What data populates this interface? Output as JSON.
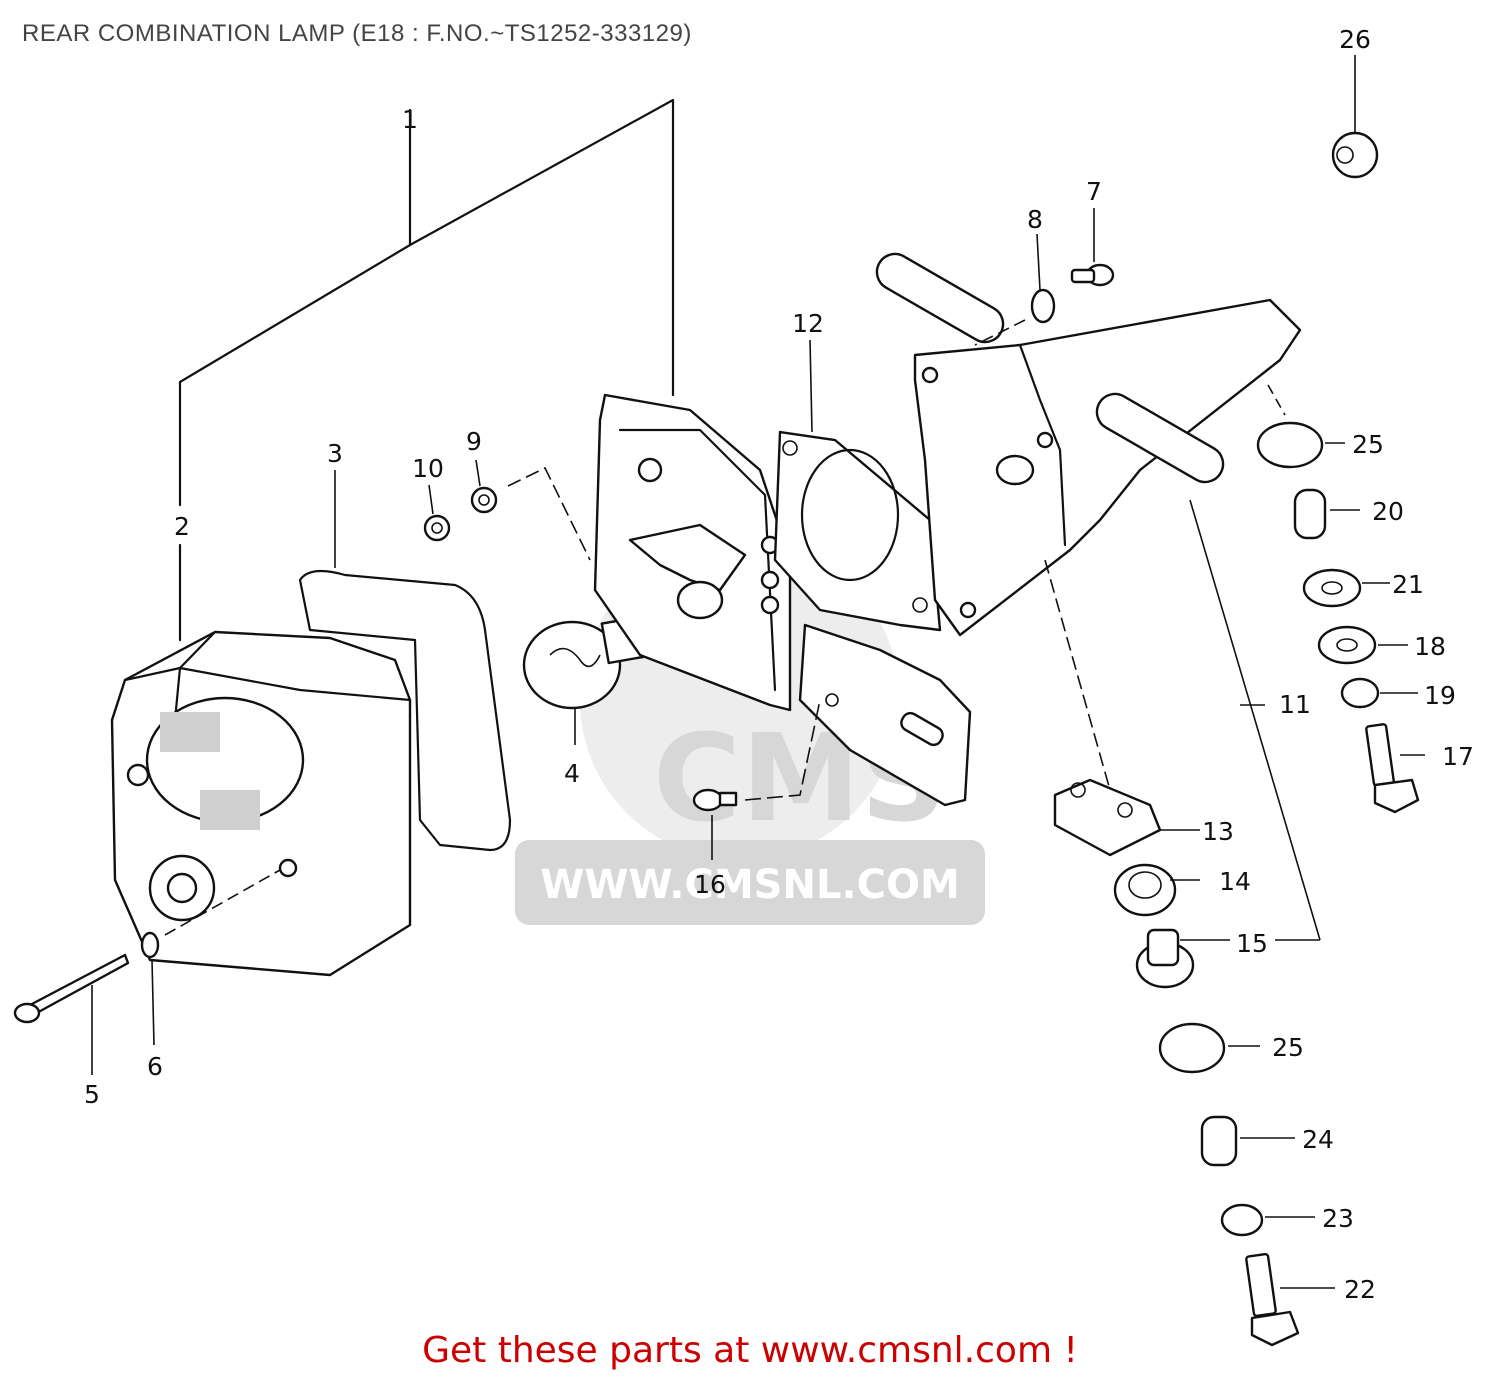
{
  "title": "REAR COMBINATION LAMP (E18 : F.NO.~TS1252-333129)",
  "footer": "Get these parts at www.cmsnl.com !",
  "watermark": {
    "logo_text": "CMS",
    "url_text": "WWW.CMSNL.COM"
  },
  "callouts": {
    "c1": "1",
    "c2": "2",
    "c3": "3",
    "c4": "4",
    "c5": "5",
    "c6": "6",
    "c7": "7",
    "c8": "8",
    "c9": "9",
    "c10": "10",
    "c11": "11",
    "c12": "12",
    "c13": "13",
    "c14": "14",
    "c15": "15",
    "c16": "16",
    "c17": "17",
    "c18": "18",
    "c19": "19",
    "c20": "20",
    "c21": "21",
    "c22": "22",
    "c23": "23",
    "c24": "24",
    "c25a": "25",
    "c25b": "25",
    "c26": "26"
  },
  "colors": {
    "footer": "#cc0000",
    "title": "#444444",
    "watermark": "#d7d7d7"
  }
}
